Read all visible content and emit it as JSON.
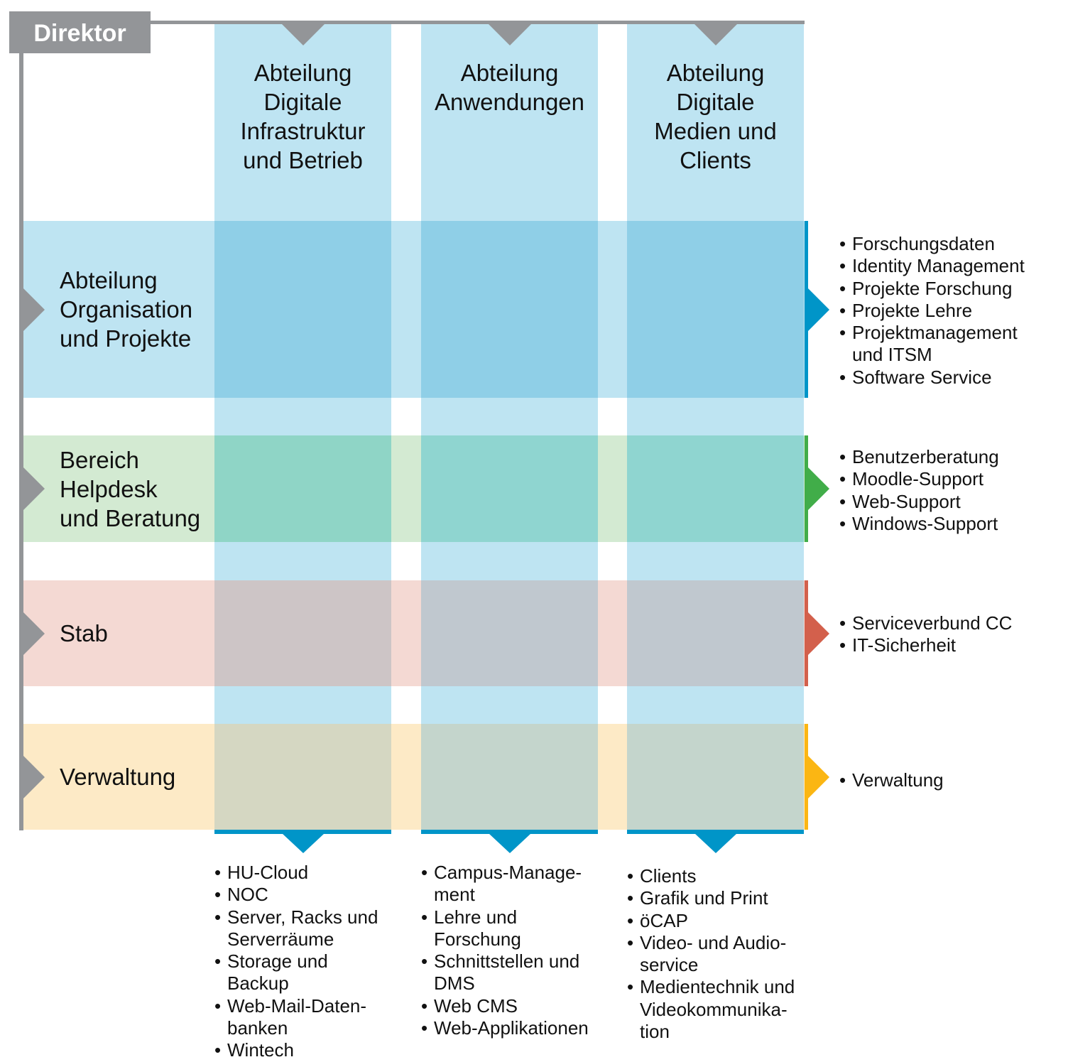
{
  "director": "Direktor",
  "columns": [
    {
      "title": "Abteilung\nDigitale\nInfrastruktur\nund Betrieb",
      "items": [
        "HU-Cloud",
        "NOC",
        "Server, Racks und Serverräume",
        "Storage und Backup",
        "Web-Mail-Daten-banken",
        "Wintech"
      ]
    },
    {
      "title": "Abteilung\nAnwendungen",
      "items": [
        "Campus-Manage-ment",
        "Lehre und Forschung",
        "Schnittstellen und DMS",
        "Web CMS",
        "Web-Applikationen"
      ]
    },
    {
      "title": "Abteilung\nDigitale\nMedien und\nClients",
      "items": [
        "Clients",
        "Grafik und Print",
        "öCAP",
        "Video- und Audio-service",
        "Medientechnik und Videokommunika-tion"
      ]
    }
  ],
  "rows": [
    {
      "title": "Abteilung\nOrganisation\nund Projekte",
      "accent": "#0095c8",
      "items": [
        "Forschungsdaten",
        "Identity Management",
        "Projekte Forschung",
        "Projekte Lehre",
        "Projektmanagement und ITSM",
        "Software Service"
      ]
    },
    {
      "title": "Bereich\nHelpdesk\nund Beratung",
      "accent": "#41ad49",
      "items": [
        "Benutzerberatung",
        "Moodle-Support",
        "Web-Support",
        "Windows-Support"
      ]
    },
    {
      "title": "Stab",
      "accent": "#d3604c",
      "items": [
        "Serviceverbund CC",
        "IT-Sicherheit"
      ]
    },
    {
      "title": "Verwaltung",
      "accent": "#fbb613",
      "items": [
        "Verwaltung"
      ]
    }
  ],
  "colors": {
    "gray": "#939598",
    "column": "#bee4f2",
    "blue": "#0095c8"
  }
}
